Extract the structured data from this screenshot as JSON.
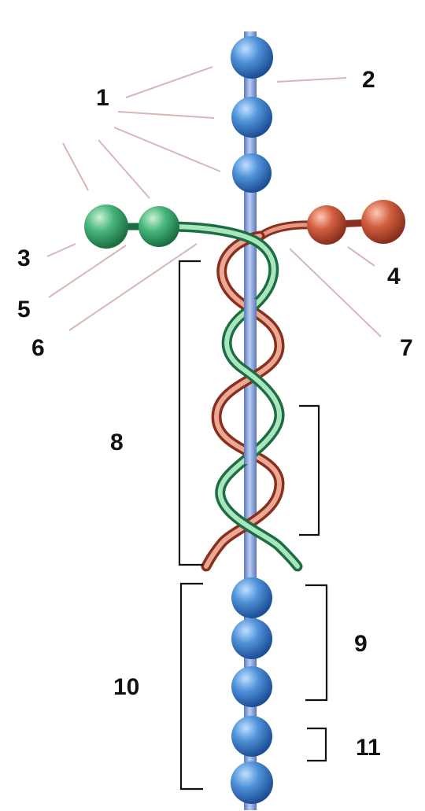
{
  "labels": {
    "l1": "1",
    "l2": "2",
    "l3": "3",
    "l4": "4",
    "l5": "5",
    "l6": "6",
    "l7": "7",
    "l8": "8",
    "l9": "9",
    "l10": "10",
    "l11": "11"
  },
  "colors": {
    "blue_bead": "#3d7fc7",
    "blue_light": "#9cc6ef",
    "rod": "#8ea6d8",
    "green": "#3fae74",
    "green_light": "#a8e0bd",
    "red": "#c4583f",
    "red_light": "#eaa592",
    "leader": "#d9b7b3",
    "text": "#111111"
  },
  "icons": {
    "bead": "sphere-icon",
    "strand_left": "green-strand",
    "strand_right": "red-strand"
  }
}
